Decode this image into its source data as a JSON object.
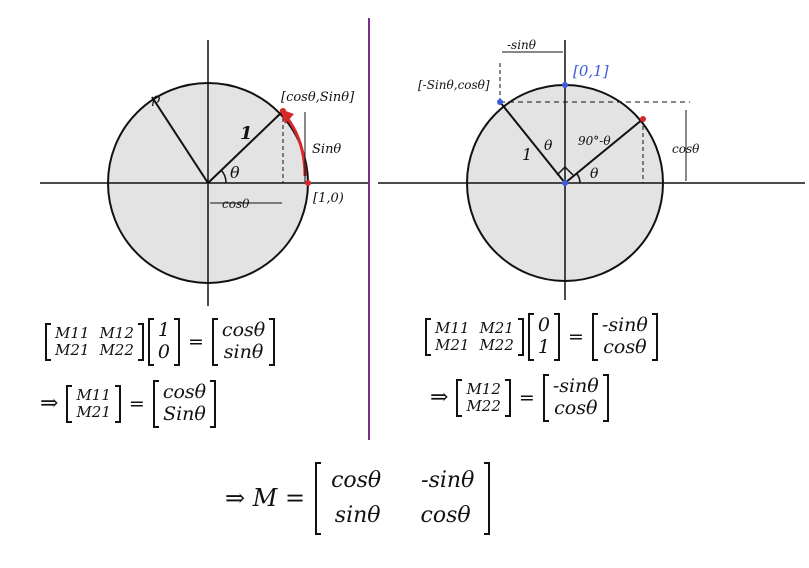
{
  "left_diagram": {
    "radius_label": "1",
    "angle_label": "θ",
    "point_label": "[cosθ,Sinθ]",
    "unit_point_label": "[1,0)",
    "sin_label": "Sinθ",
    "cos_label": "cosθ"
  },
  "right_diagram": {
    "top_sin_label": "-sinθ",
    "point_label": "[-Sinθ,cosθ]",
    "unit_point_label": "[0,1]",
    "radius_label": "1",
    "theta_label": "θ",
    "complement_label": "90°-θ",
    "theta_label_2": "θ",
    "cos_label": "cosθ",
    "accent_color": "#3b5bdb"
  },
  "eq_left_1": {
    "m11": "M11",
    "m12": "M12",
    "m21": "M21",
    "m22": "M22",
    "v1": "1",
    "v2": "0",
    "r1": "cosθ",
    "r2": "sinθ",
    "equals": "="
  },
  "eq_left_2": {
    "arrow": "⇒",
    "a1": "M11",
    "a2": "M21",
    "r1": "cosθ",
    "r2": "Sinθ",
    "equals": "="
  },
  "eq_right_1": {
    "m11": "M11",
    "m12": "M21",
    "m21": "M21",
    "m22": "M22",
    "v1": "0",
    "v2": "1",
    "r1": "-sinθ",
    "r2": "cosθ",
    "equals": "="
  },
  "eq_right_2": {
    "arrow": "⇒",
    "a1": "M12",
    "a2": "M22",
    "r1": "-sinθ",
    "r2": "cosθ",
    "equals": "="
  },
  "eq_final": {
    "prefix": "⇒ M =",
    "a": "cosθ",
    "b": "-sinθ",
    "c": "sinθ",
    "d": "cosθ"
  },
  "colors": {
    "circle_fill": "#e3e3e3",
    "divider": "#7b2d8e",
    "red": "#d62828",
    "blue": "#3b5bdb"
  }
}
